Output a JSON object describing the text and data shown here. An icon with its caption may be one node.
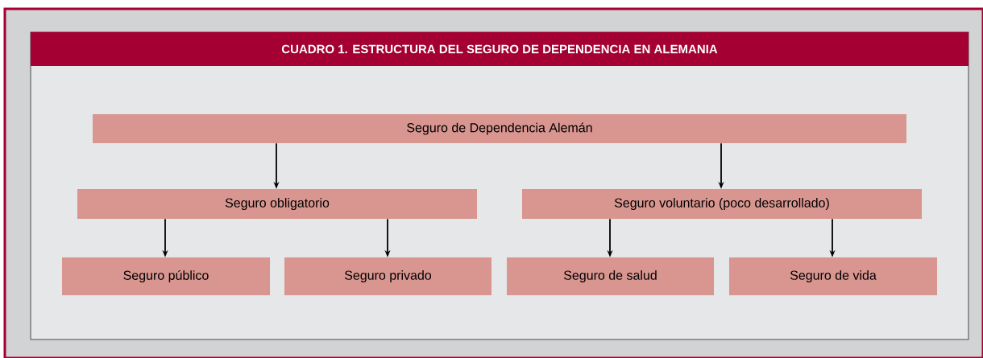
{
  "diagram": {
    "title": "CUADRO 1.  ESTRUCTURA DEL SEGURO DE DEPENDENCIA EN ALEMANIA",
    "nodes": [
      {
        "text": [
          "Seguro de Dependencia Alemán"
        ]
      },
      {
        "text": [
          "Seguro obligatorio"
        ]
      },
      {
        "text": [
          "Seguro voluntario (poco desarrollado)"
        ]
      },
      {
        "text": [
          "Seguro público"
        ]
      },
      {
        "text": [
          "Seguro privado"
        ]
      },
      {
        "text": [
          "Seguro de salud"
        ]
      },
      {
        "text": [
          "Seguro de vida"
        ]
      }
    ],
    "edges": [
      {
        "from": 0,
        "to": 1,
        "arrow": "to"
      },
      {
        "from": 0,
        "to": 2,
        "arrow": "to"
      },
      {
        "from": 1,
        "to": 3,
        "arrow": "to"
      },
      {
        "from": 1,
        "to": 4,
        "arrow": "to"
      },
      {
        "from": 2,
        "to": 5,
        "arrow": "to"
      },
      {
        "from": 2,
        "to": 6,
        "arrow": "to"
      }
    ]
  }
}
